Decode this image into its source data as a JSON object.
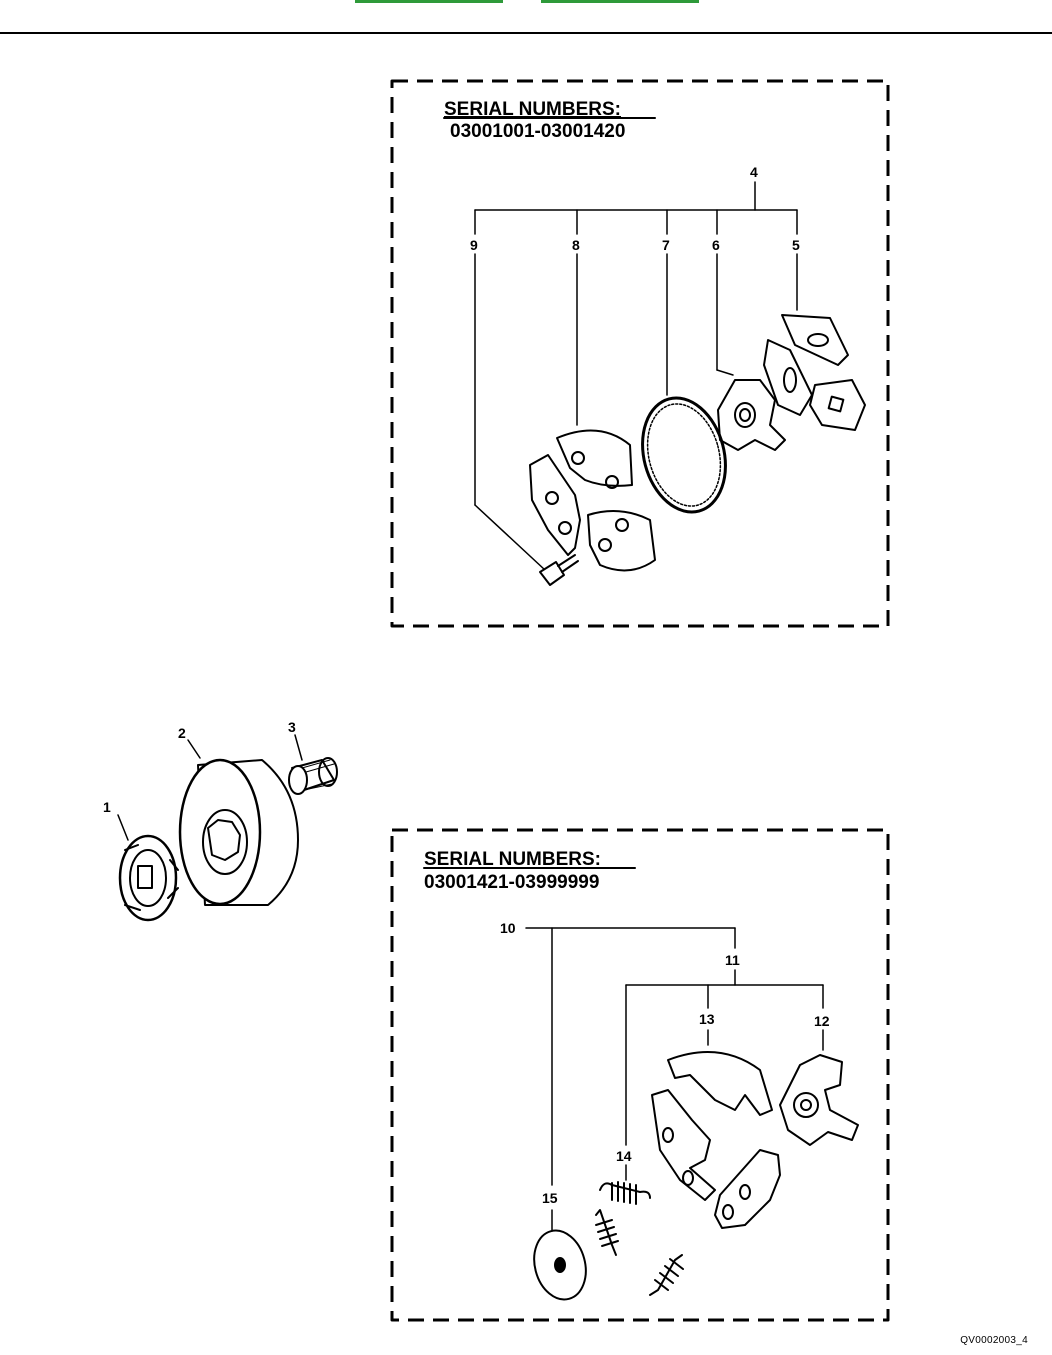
{
  "nav": {
    "links": [
      "",
      ""
    ],
    "link_color": "#2e9a3a"
  },
  "box_upper": {
    "serial_heading": "SERIAL NUMBERS:",
    "serial_range": "03001001-03001420",
    "callouts": [
      "4",
      "5",
      "6",
      "7",
      "8",
      "9"
    ]
  },
  "box_lower": {
    "serial_heading": "SERIAL NUMBERS:",
    "serial_range": "03001421-03999999",
    "callouts": [
      "10",
      "11",
      "12",
      "13",
      "14",
      "15"
    ]
  },
  "loose_parts": {
    "callouts": [
      "1",
      "2",
      "3"
    ]
  },
  "figure_ref": "QV0002003_4",
  "colors": {
    "ink": "#000000",
    "paper": "#ffffff",
    "nav_green": "#2e9a3a"
  }
}
